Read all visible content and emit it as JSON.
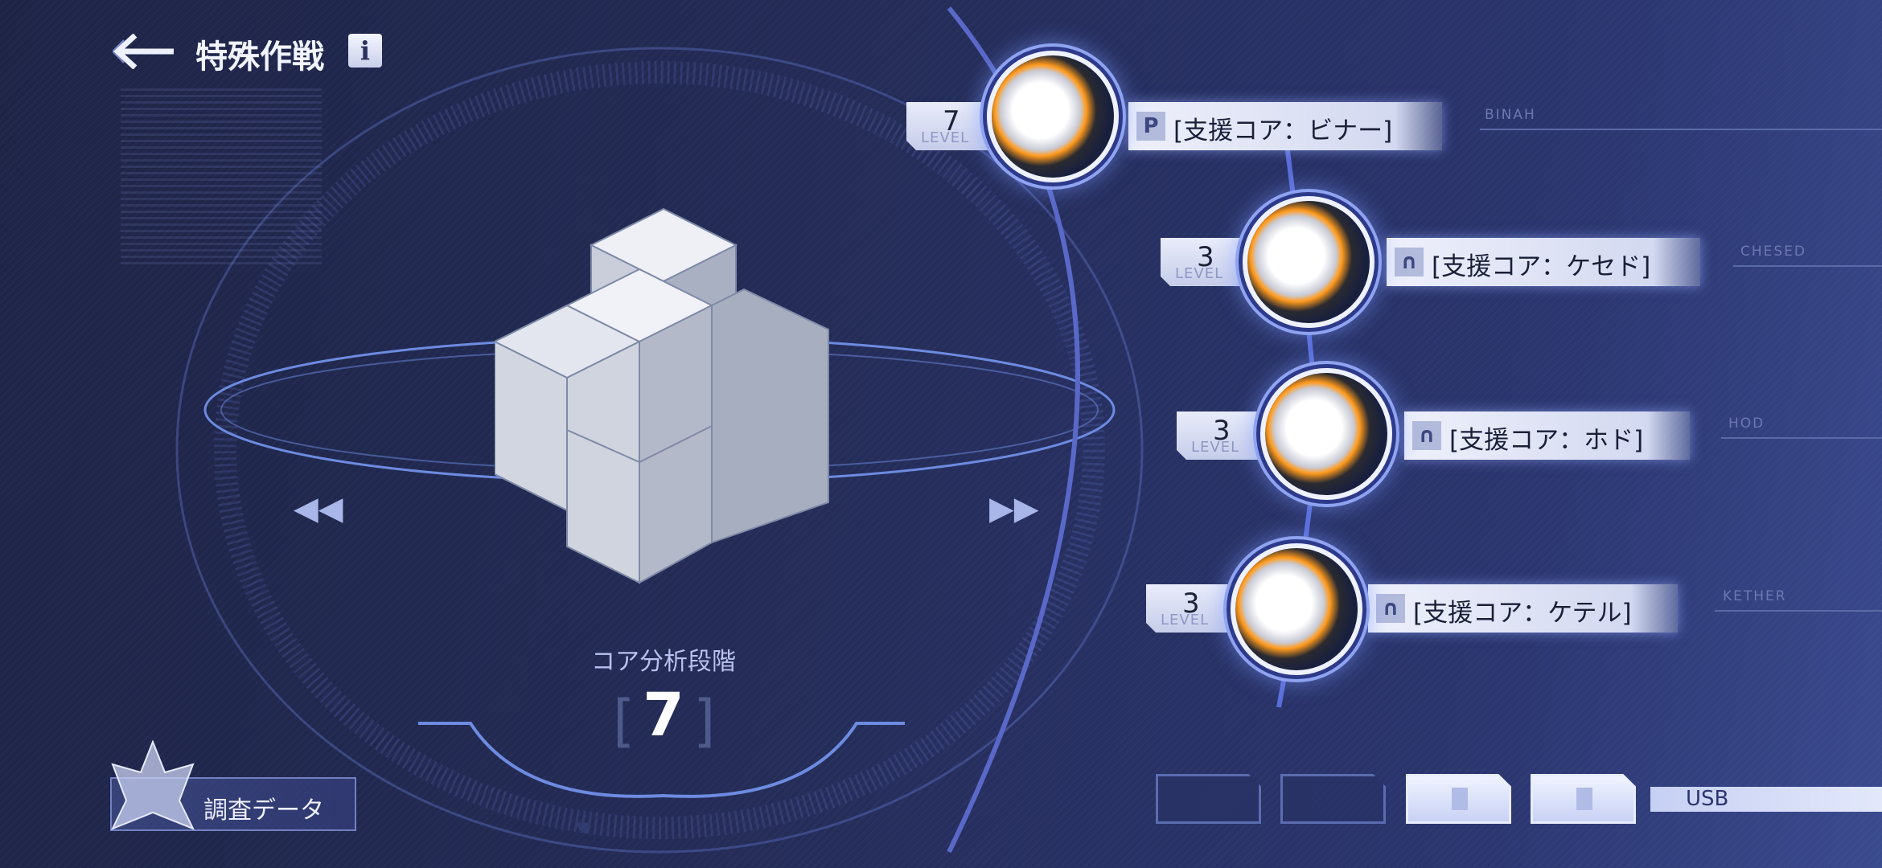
{
  "header": {
    "title": "特殊作戦",
    "back_icon": "back-arrow-icon",
    "info_icon": "i"
  },
  "stage": {
    "label": "コア分析段階",
    "value": "7",
    "bracket_open": "[",
    "bracket_close": "]"
  },
  "research_button": {
    "label": "調査データ"
  },
  "cores": [
    {
      "level": "7",
      "level_label": "LEVEL",
      "icon": "P",
      "name": "[支援コア：ビナー]",
      "tag": "BINAH"
    },
    {
      "level": "3",
      "level_label": "LEVEL",
      "icon": "∩",
      "name": "[支援コア：ケセド]",
      "tag": "CHESED"
    },
    {
      "level": "3",
      "level_label": "LEVEL",
      "icon": "∩",
      "name": "[支援コア：ホド]",
      "tag": "HOD"
    },
    {
      "level": "3",
      "level_label": "LEVEL",
      "icon": "∩",
      "name": "[支援コア：ケテル]",
      "tag": "KETHER"
    }
  ],
  "slots": [
    {
      "filled": false
    },
    {
      "filled": false
    },
    {
      "filled": true
    },
    {
      "filled": true
    }
  ],
  "usb": {
    "label": "USB"
  },
  "colors": {
    "bg": "#242c58",
    "accent": "#8fa3f0",
    "panel": "#e9ecfa"
  }
}
